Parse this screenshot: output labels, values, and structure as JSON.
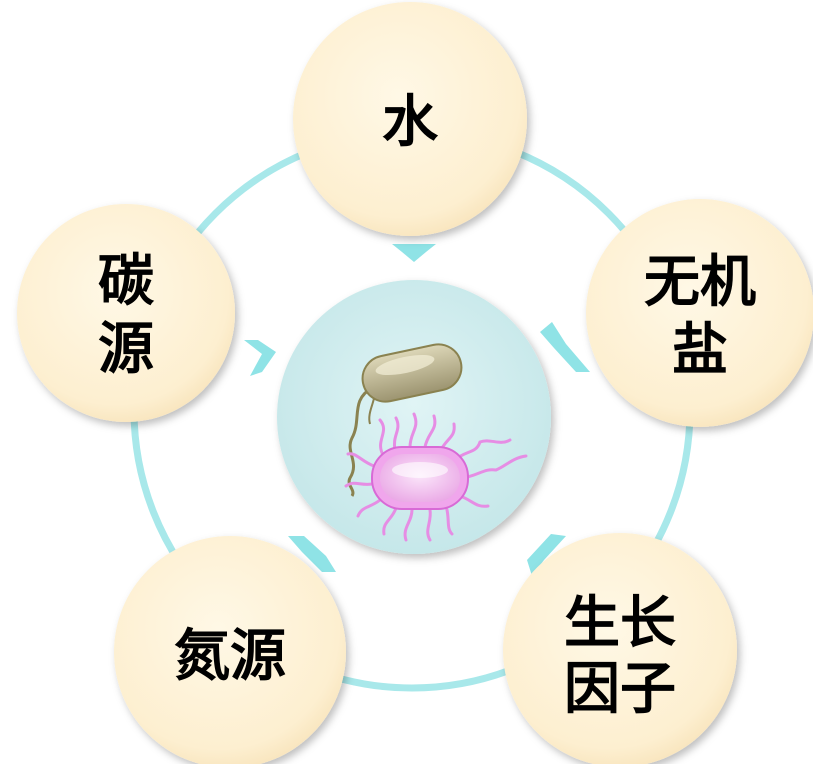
{
  "diagram": {
    "colors": {
      "ring": "#a8e8ea",
      "arrow": "#8fe3e6",
      "node_fill": "#fdf1d6",
      "center_fill": "#cfecee",
      "bacterium_membrane": "#e98ee8",
      "bacterium_cell": "#f3c6f0",
      "rod_bacterium": "#b2ab86"
    },
    "center": {
      "icon": "bacteria-illustration"
    },
    "nodes": [
      {
        "id": "water",
        "lines": [
          "水"
        ]
      },
      {
        "id": "inorganic-salt",
        "lines": [
          "无机",
          "盐"
        ]
      },
      {
        "id": "growth-factor",
        "lines": [
          "生长",
          "因子"
        ]
      },
      {
        "id": "nitrogen-source",
        "lines": [
          "氮源"
        ]
      },
      {
        "id": "carbon-source",
        "lines": [
          "碳",
          "源"
        ]
      }
    ]
  }
}
